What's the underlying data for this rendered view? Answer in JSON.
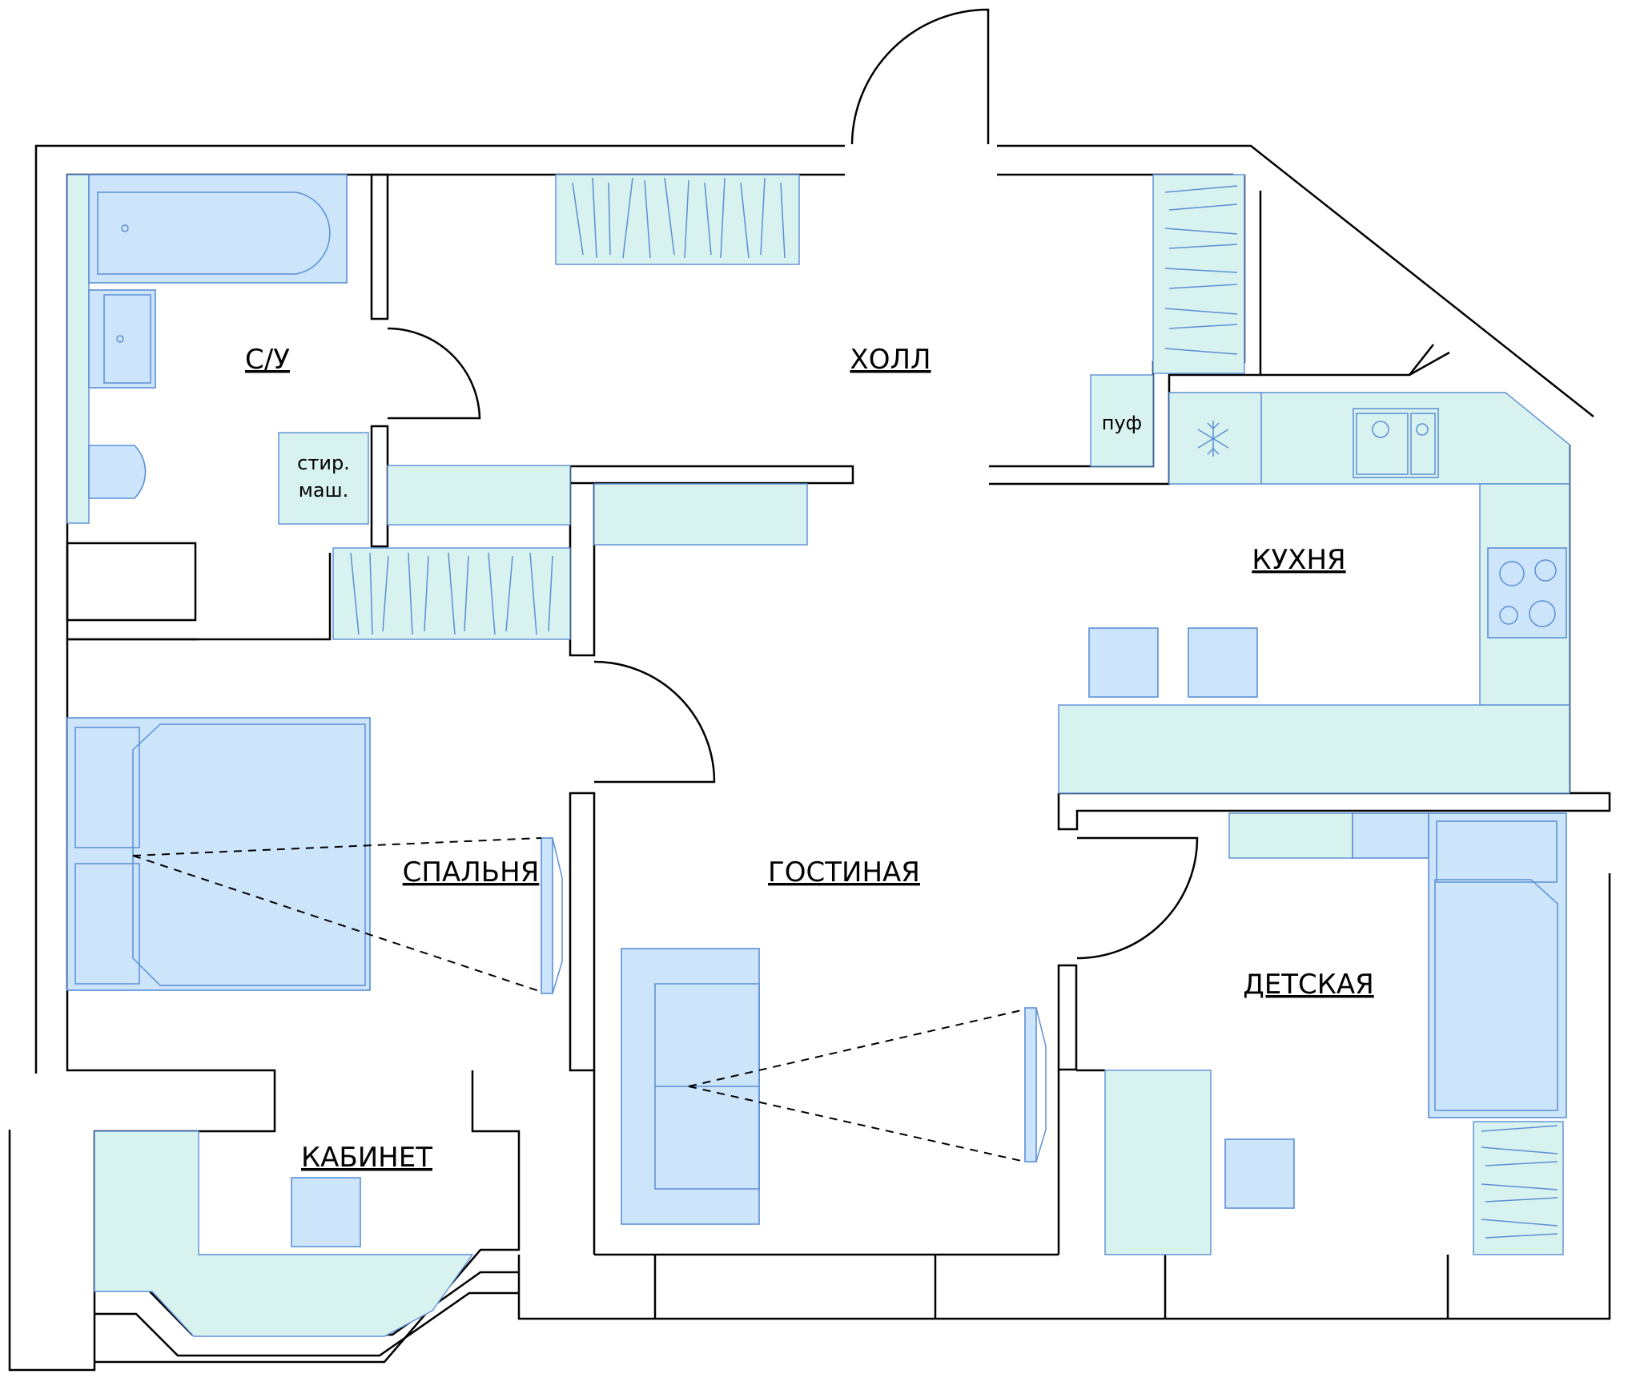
{
  "rooms": {
    "bathroom": "С/У",
    "hall": "ХОЛЛ",
    "kitchen": "КУХНЯ",
    "bedroom": "СПАЛЬНЯ",
    "living": "ГОСТИНАЯ",
    "nursery": "ДЕТСКАЯ",
    "study": "КАБИНЕТ"
  },
  "fixtures": {
    "washer_line1": "стир.",
    "washer_line2": "маш.",
    "pouf": "пуф"
  },
  "colors": {
    "furniture_blue": "#cce5fb",
    "cabinet_mint": "#d8f2ef",
    "outline_blue": "#5b8fd6",
    "wall": "#000000"
  }
}
